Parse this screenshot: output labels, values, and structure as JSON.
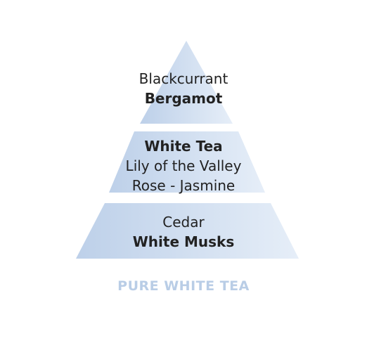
{
  "pyramid": {
    "top": {
      "notes": [
        "Blackcurrant",
        "Bergamot"
      ],
      "bold_flags": [
        false,
        true
      ]
    },
    "middle": {
      "notes": [
        "White Tea",
        "Lily of the Valley",
        "Rose - Jasmine"
      ],
      "bold_flags": [
        true,
        false,
        false
      ]
    },
    "base": {
      "notes": [
        "Cedar",
        "White Musks"
      ],
      "bold_flags": [
        false,
        true
      ]
    }
  },
  "fragrance_name": "PURE WHITE TEA",
  "colors": {
    "tier_left": "#bdd0e9",
    "tier_right": "#e6eef8",
    "caption": "#b9cde6",
    "text": "#222222"
  }
}
